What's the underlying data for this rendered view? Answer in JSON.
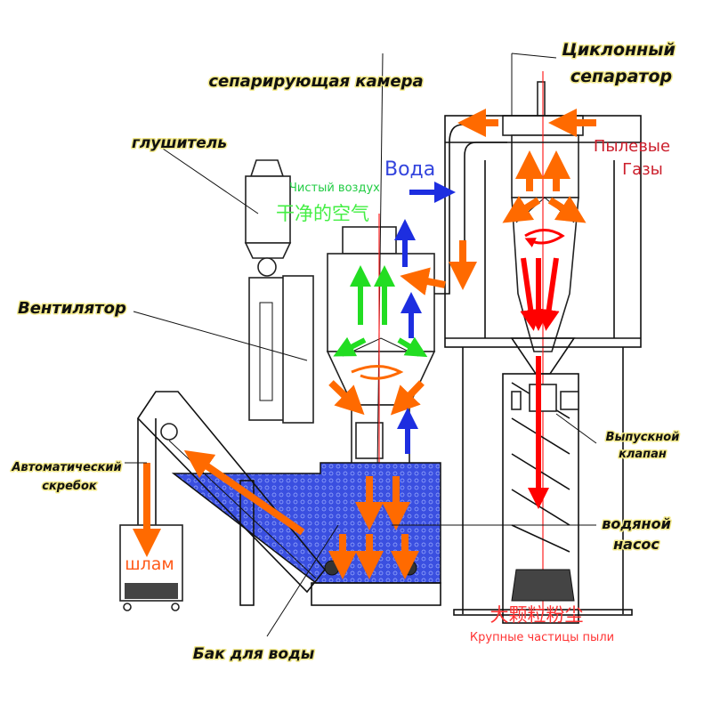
{
  "labels": {
    "cyclone_line1": "Циклонный",
    "cyclone_line2": "сепаратор",
    "separating_chamber": "сепарирующая камера",
    "silencer": "глушитель",
    "dust_gas_line1": "Пылевые",
    "dust_gas_line2": "Газы",
    "water": "Вода",
    "clean_air": "Чистый воздух",
    "clean_air_cn": "干净的空气",
    "fan": "Вентилятор",
    "discharge_valve_line1": "Выпускной",
    "discharge_valve_line2": "клапан",
    "scraper_line1": "Автоматический",
    "scraper_line2": "скребок",
    "pump_line1": "водяной",
    "pump_line2": "насос",
    "sludge": "шлам",
    "coarse_dust_cn": "大颗粒粉尘",
    "coarse_dust": "Крупные частицы пыли",
    "water_tank": "Бак для воды"
  },
  "colors": {
    "flow_orange": "#ff6a00",
    "flow_red": "#ff0000",
    "flow_blue": "#1d2ee0",
    "flow_green": "#22dd22",
    "water_fill": "#3a4fe0",
    "label_glow": "#f3e98a",
    "dust_gas_text": "#cc1f2c",
    "coarse_dust_text": "#ff3333"
  }
}
